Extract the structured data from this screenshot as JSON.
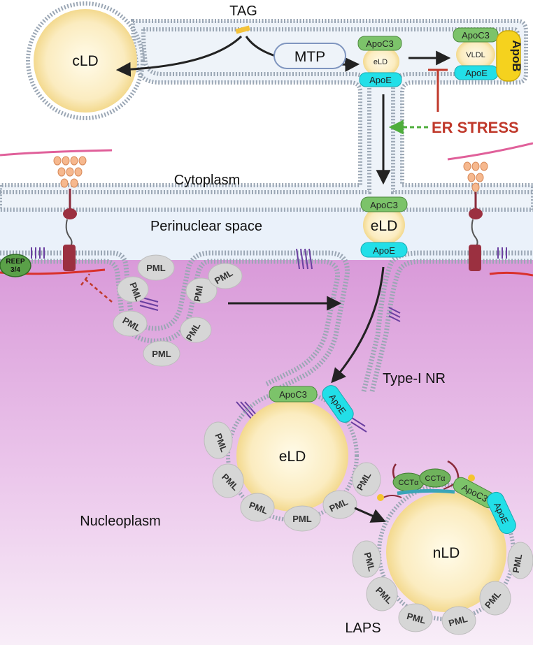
{
  "labels": {
    "tag": "TAG",
    "cld": "cLD",
    "mtp": "MTP",
    "apoc3": "ApoC3",
    "apoe": "ApoE",
    "apob": "ApoB",
    "eld": "eLD",
    "vldl": "VLDL",
    "er_stress": "ER STRESS",
    "cytoplasm": "Cytoplasm",
    "perinuclear_space": "Perinuclear space",
    "reep_line1": "REEP",
    "reep_line2": "3/4",
    "pml": "PML",
    "pmi": "PMI",
    "type_i_nr": "Type-I NR",
    "nucleoplasm": "Nucleoplasm",
    "nld": "nLD",
    "laps": "LAPS",
    "ccta": "CCTα"
  },
  "colors": {
    "membrane": "#9aa6b4",
    "membrane_fill": "#e9eef5",
    "cytoplasm_bg": "#eef4fb",
    "nucleus_top": "#dc9fdc",
    "nucleus_bottom": "#f6eaf6",
    "lipid_core": "#fbecc0",
    "lipid_center": "#fff8e2",
    "apoc3": "#7cc36a",
    "apoe": "#22dfe8",
    "apob": "#f5d21e",
    "pml": "#d2d2d2",
    "er_stress": "#c0392b",
    "green_arrow": "#4fae3c",
    "inhibitor": "#c0392b",
    "nesprin": "#8a2a3a",
    "sun": "#6a3fa0",
    "actin": "#e0609a"
  }
}
